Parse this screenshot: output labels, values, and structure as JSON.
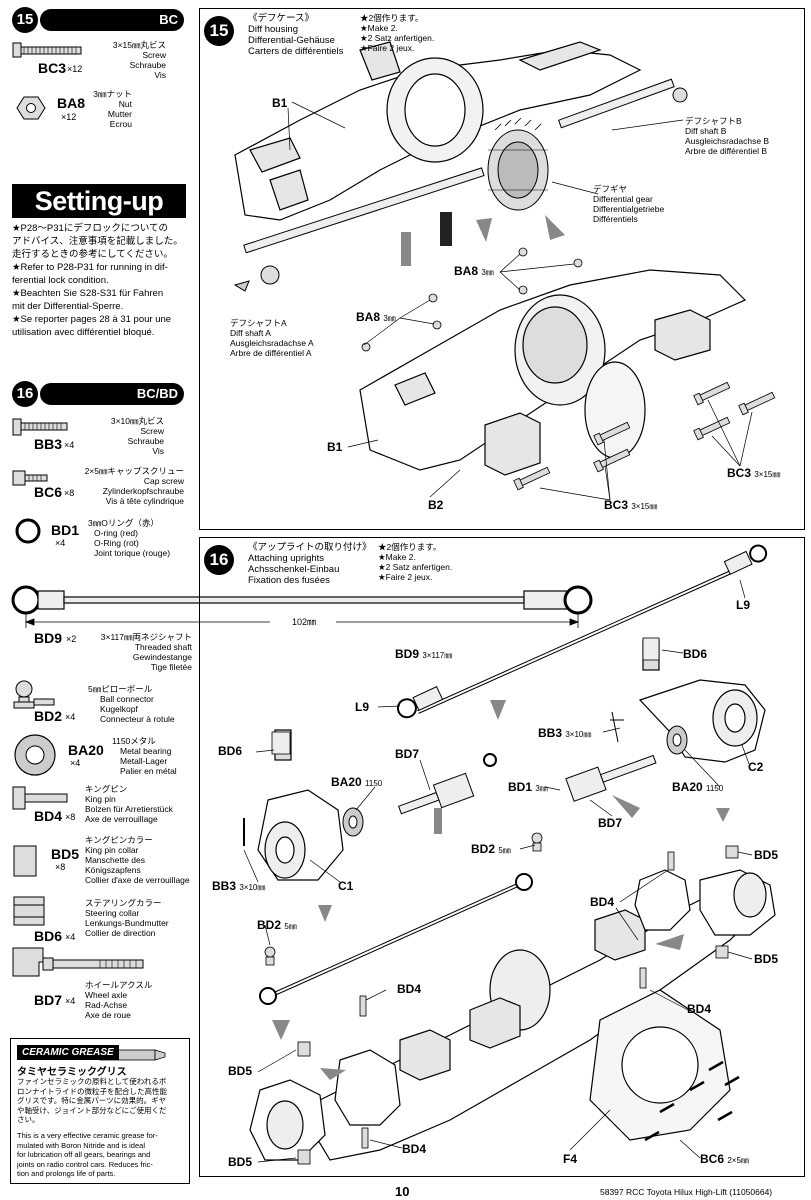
{
  "sidebar": {
    "step15": {
      "number": "15",
      "tag": "BC",
      "parts": [
        {
          "code": "BC3",
          "qty": "×12",
          "jp": "3×15㎜丸ビス",
          "en": "Screw",
          "de": "Schraube",
          "fr": "Vis"
        },
        {
          "code": "BA8",
          "qty": "×12",
          "jp": "3㎜ナット",
          "en": "Nut",
          "de": "Mutter",
          "fr": "Ecrou"
        }
      ]
    },
    "setup": {
      "title": "Setting-up",
      "lines": [
        "★P28～P31にデフロックについての",
        "アドバイス、注意事項を記載しました。",
        "走行するときの参考にしてください。",
        "★Refer to P28-P31 for running in dif-",
        "ferential lock condition.",
        "★Beachten Sie S28-S31 für Fahren",
        "mit der Differential-Sperre.",
        "★Se reporter pages 28 à 31 pour une",
        "utilisation avec différentiel bloqué."
      ]
    },
    "step16": {
      "number": "16",
      "tag": "BC/BD",
      "parts": [
        {
          "code": "BB3",
          "qty": "×4",
          "jp": "3×10㎜丸ビス",
          "en": "Screw",
          "de": "Schraube",
          "fr": "Vis"
        },
        {
          "code": "BC6",
          "qty": "×8",
          "jp": "2×5㎜キャップスクリュー",
          "en": "Cap screw",
          "de": "Zylinderkopfschraube",
          "fr": "Vis à tête cylindrique"
        },
        {
          "code": "BD1",
          "qty": "×4",
          "jp": "3㎜Oリング（赤）",
          "en": "O-ring (red)",
          "de": "O-Ring (rot)",
          "fr": "Joint torique (rouge)"
        },
        {
          "code": "BD9",
          "qty": "×2",
          "jp": "3×117㎜両ネジシャフト",
          "en": "Threaded shaft",
          "de": "Gewindestange",
          "fr": "Tige filetée"
        },
        {
          "code": "BD2",
          "qty": "×4",
          "jp": "5㎜ピローボール",
          "en": "Ball connector",
          "de": "Kugelkopf",
          "fr": "Connecteur à rotule"
        },
        {
          "code": "BA20",
          "qty": "×4",
          "jp": "1150メタル",
          "en": "Metal bearing",
          "de": "Metall-Lager",
          "fr": "Palier en métal"
        },
        {
          "code": "BD4",
          "qty": "×8",
          "jp": "キングピン",
          "en": "King pin",
          "de": "Bolzen für Arretierstück",
          "fr": "Axe de verrouillage"
        },
        {
          "code": "BD5",
          "qty": "×8",
          "jp": "キングピンカラー",
          "en": "King pin collar",
          "de": "Manschette des Königszapfens",
          "fr": "Collier d'axe de verrouillage"
        },
        {
          "code": "BD6",
          "qty": "×4",
          "jp": "ステアリングカラー",
          "en": "Steering collar",
          "de": "Lenkungs-Bundmutter",
          "fr": "Collier de direction"
        },
        {
          "code": "BD7",
          "qty": "×4",
          "jp": "ホイールアクスル",
          "en": "Wheel axle",
          "de": "Rad-Achse",
          "fr": "Axe de roue"
        }
      ],
      "shaft_length": "102㎜"
    },
    "grease": {
      "badge": "CERAMIC GREASE",
      "jp_title": "タミヤセラミックグリス",
      "jp_text": [
        "ファインセラミックの原料として使われるボ",
        "ロンナイトライドの微粒子を配合した高性能",
        "グリスです。特に金属パーツに効果的。ギヤ",
        "や軸受け、ジョイント部分などにご使用くだ",
        "さい。"
      ],
      "en_text": [
        "This is a very effective ceramic grease for-",
        "mulated with Boron Nitride and is ideal",
        "for lubrication off all gears, bearings and",
        "joints on radio control cars. Reduces fric-",
        "tion and prolongs life of parts."
      ]
    }
  },
  "panel15": {
    "number": "15",
    "title_jp": "《デフケース》",
    "title_en": "Diff housing",
    "title_de": "Differential-Gehäuse",
    "title_fr": "Carters de différentiels",
    "make": [
      "★2個作ります。",
      "★Make 2.",
      "★2 Satz anfertigen.",
      "★Faire 2 jeux."
    ],
    "shaft_b": [
      "デフシャフトB",
      "Diff shaft B",
      "Ausgleichsradachse B",
      "Arbre de différentiel B"
    ],
    "diff_gear": [
      "デフギヤ",
      "Differential gear",
      "Differentialgetriebe",
      "Différentiels"
    ],
    "shaft_a": [
      "デフシャフトA",
      "Diff shaft A",
      "Ausgleichsradachse A",
      "Arbre de différentiel A"
    ],
    "labels": {
      "b1_top": "B1",
      "b1_bottom": "B1",
      "b2": "B2",
      "ba8_a": "BA8",
      "ba8_b": "BA8",
      "ba8_unit": "3㎜",
      "bc3_a": "BC3",
      "bc3_b": "BC3",
      "bc3_unit": "3×15㎜"
    }
  },
  "panel16": {
    "number": "16",
    "title_jp": "《アップライトの取り付け》",
    "title_en": "Attaching uprights",
    "title_de": "Achsschenkel-Einbau",
    "title_fr": "Fixation des fusées",
    "make": [
      "★2個作ります。",
      "★Make 2.",
      "★2 Satz anfertigen.",
      "★Faire 2 jeux."
    ],
    "labels": {
      "l9a": "L9",
      "l9b": "L9",
      "bd9": "BD9",
      "bd9_unit": "3×117㎜",
      "bd6a": "BD6",
      "bd6b": "BD6",
      "bb3a": "BB3",
      "bb3b": "BB3",
      "bb3_unit": "3×10㎜",
      "c1": "C1",
      "c2": "C2",
      "ba20a": "BA20",
      "ba20b": "BA20",
      "ba20_unit": "1150",
      "bd7a": "BD7",
      "bd7b": "BD7",
      "bd1": "BD1",
      "bd1_unit": "3㎜",
      "bd2a": "BD2",
      "bd2b": "BD2",
      "bd2_unit": "5㎜",
      "bd5a": "BD5",
      "bd5b": "BD5",
      "bd5c": "BD5",
      "bd5d": "BD5",
      "bd4a": "BD4",
      "bd4b": "BD4",
      "bd4c": "BD4",
      "bd4d": "BD4",
      "f4": "F4",
      "bc6": "BC6",
      "bc6_unit": "2×5㎜"
    }
  },
  "footer": {
    "page": "10",
    "info": "58397 RCC Toyota Hilux High-Lift (11050664)"
  }
}
